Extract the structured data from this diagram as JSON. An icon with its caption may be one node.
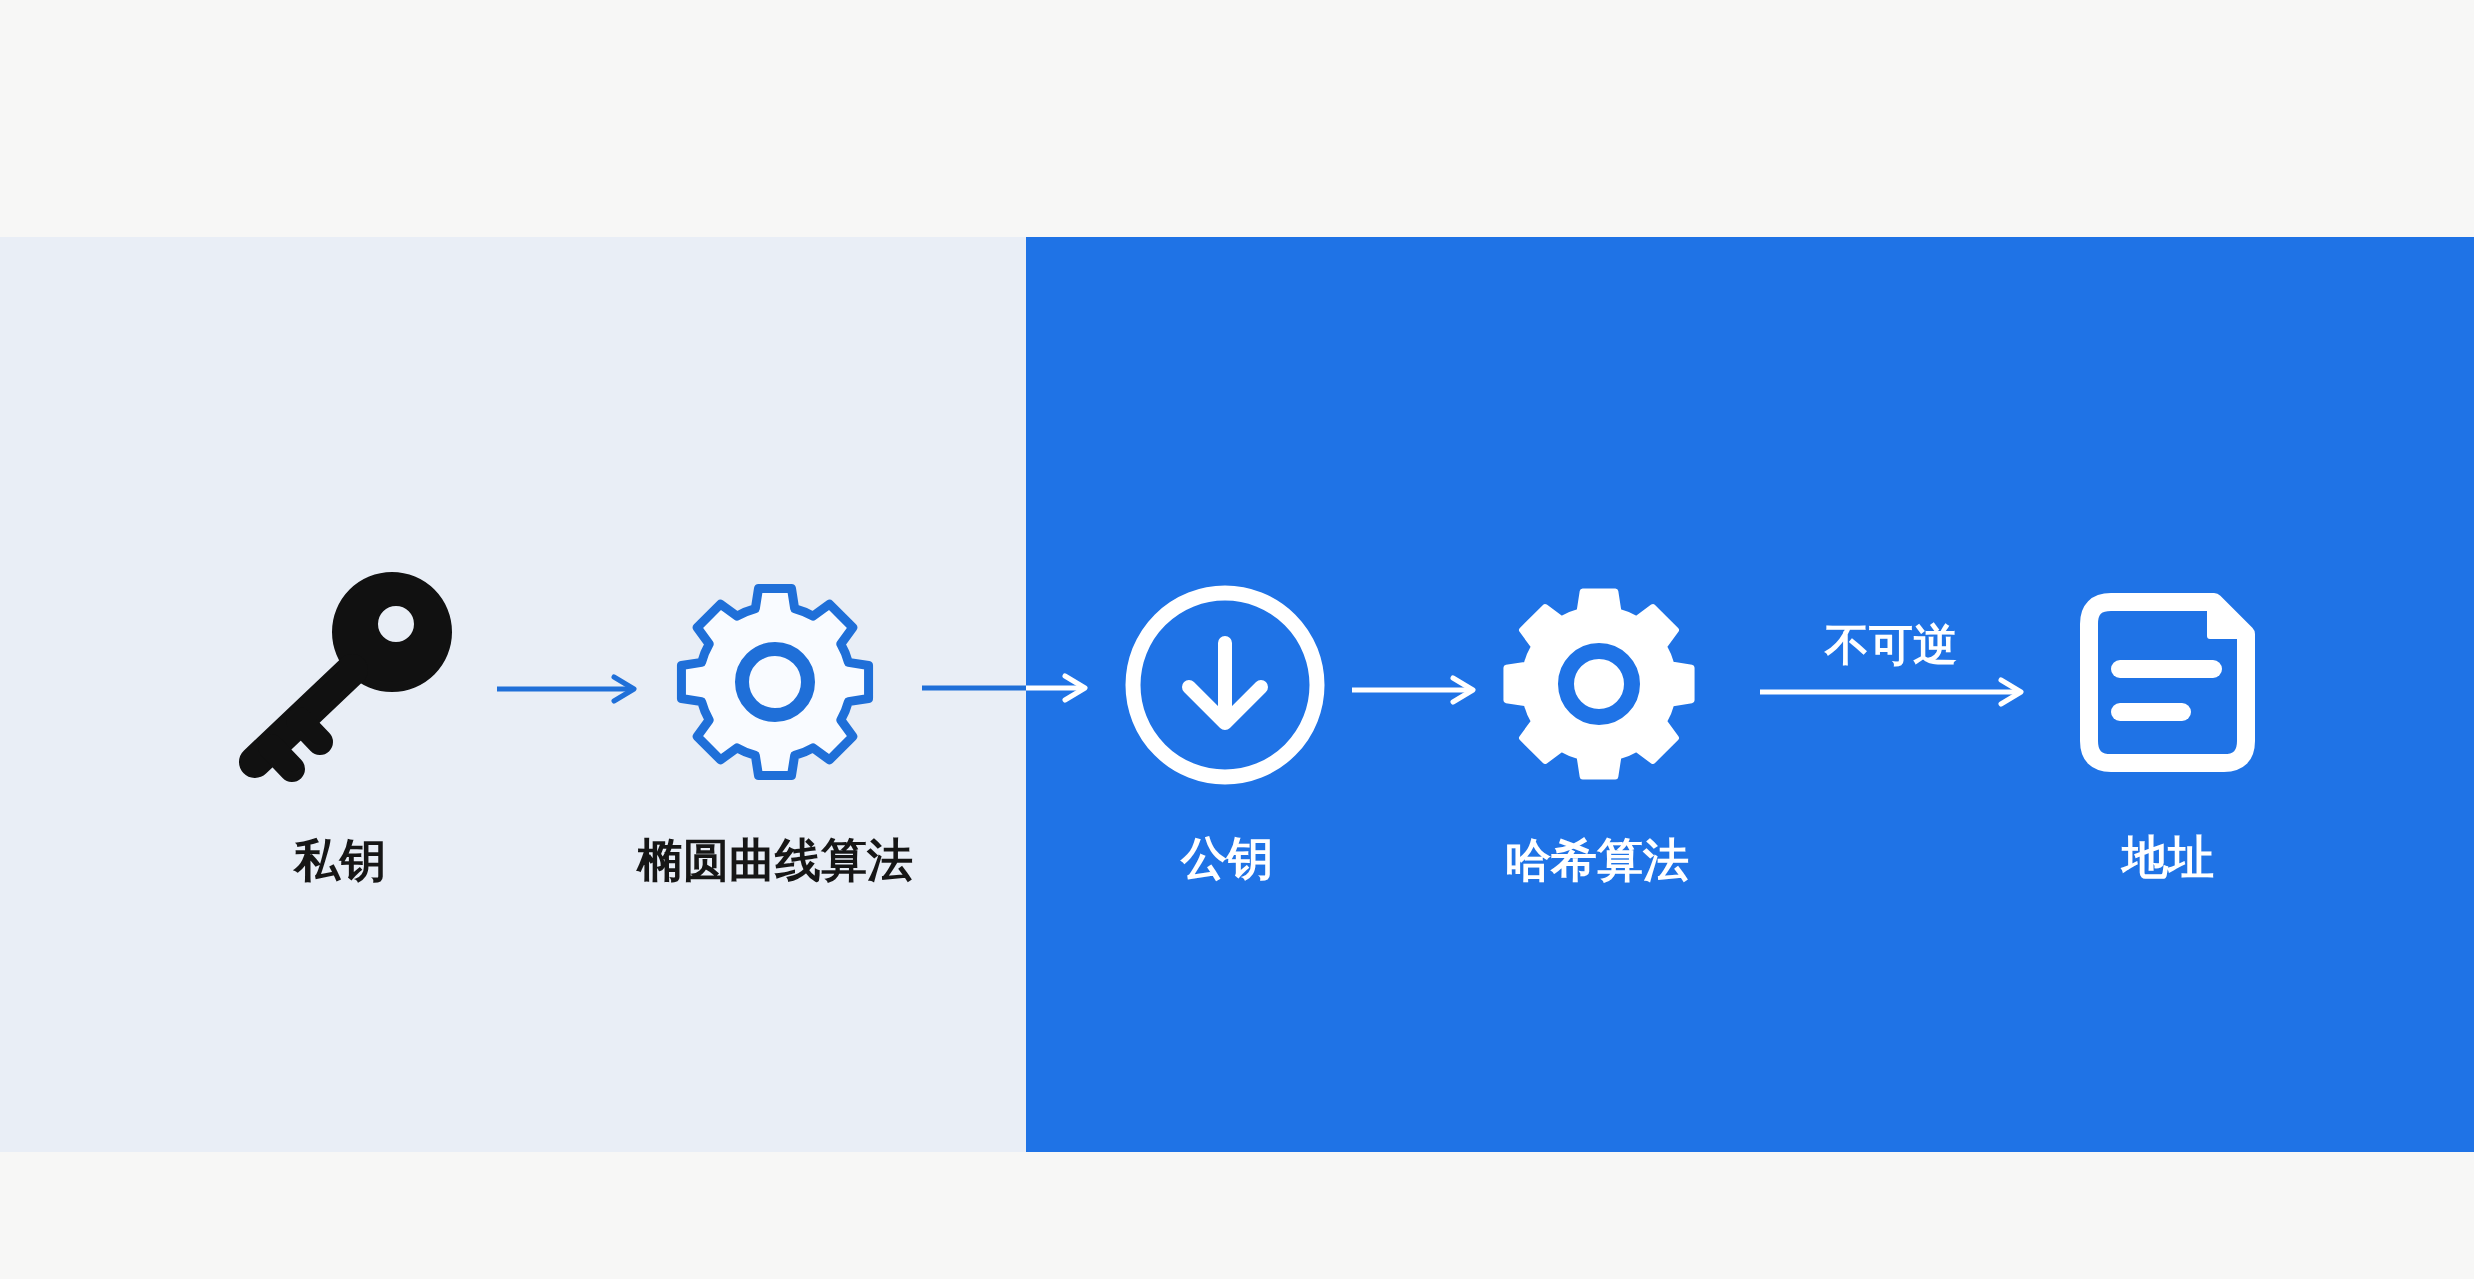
{
  "diagram": {
    "nodes": [
      {
        "text": [],
        "shape": "box"
      },
      {
        "text": [],
        "shape": "picture",
        "beside": [
          "私钥"
        ],
        "in": 0
      },
      {
        "text": [],
        "shape": "picture",
        "beside": [
          "椭圆曲线算法"
        ],
        "in": 0
      },
      {
        "text": [],
        "shape": "box"
      },
      {
        "text": [],
        "shape": "picture",
        "beside": [
          "公钥"
        ],
        "in": 3
      },
      {
        "text": [],
        "shape": "picture",
        "beside": [
          "哈希算法"
        ],
        "in": 3
      },
      {
        "text": [],
        "shape": "picture",
        "beside": [
          "地址"
        ],
        "in": 3
      }
    ],
    "edges": [
      {
        "from": 1,
        "to": 2,
        "arrow": "to",
        "color": "#1f6fd8"
      },
      {
        "from": 2,
        "to": 4,
        "arrow": "to",
        "color": "#1f6fd8"
      },
      {
        "from": 4,
        "to": 5,
        "arrow": "to"
      },
      {
        "from": 5,
        "to": 6,
        "arrow": "to",
        "label": "不可逆"
      }
    ]
  }
}
